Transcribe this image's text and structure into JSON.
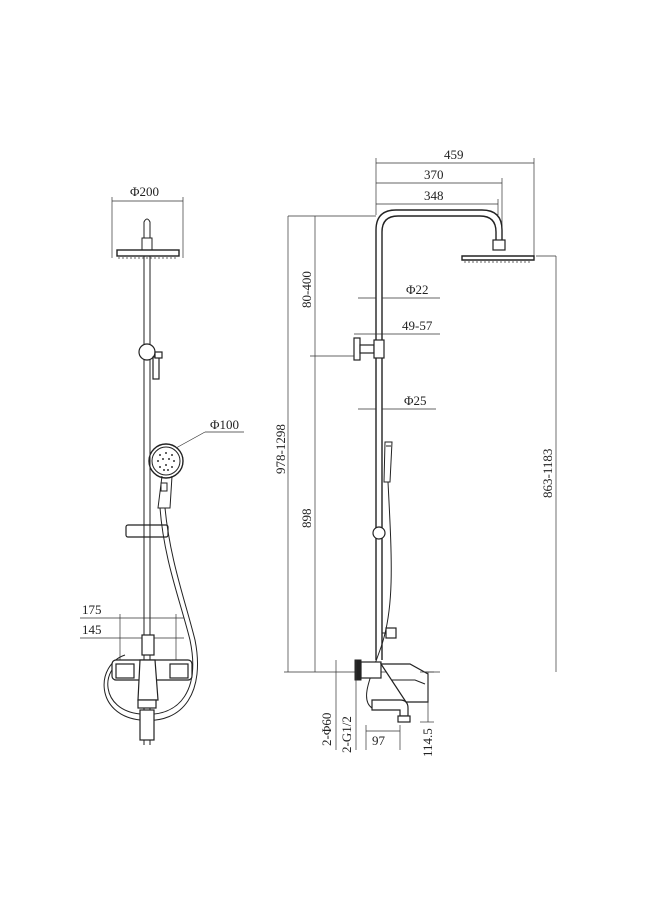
{
  "front_view": {
    "head_diameter": "Φ200",
    "handset_diameter": "Φ100",
    "width_outer": "175",
    "width_inner": "145"
  },
  "side_view": {
    "arm_length_total": "459",
    "arm_length_mid": "370",
    "arm_length_inner": "348",
    "pipe_diameter_top": "Φ22",
    "bracket_range": "49-57",
    "pipe_diameter_bottom": "Φ25",
    "height_total": "978-1298",
    "height_adjust": "80-400",
    "height_fixed": "898",
    "head_height": "863-1183",
    "flange_diameter": "2-Φ60",
    "thread_size": "2-G1/2",
    "spout_length": "97",
    "spout_height": "114.5"
  }
}
